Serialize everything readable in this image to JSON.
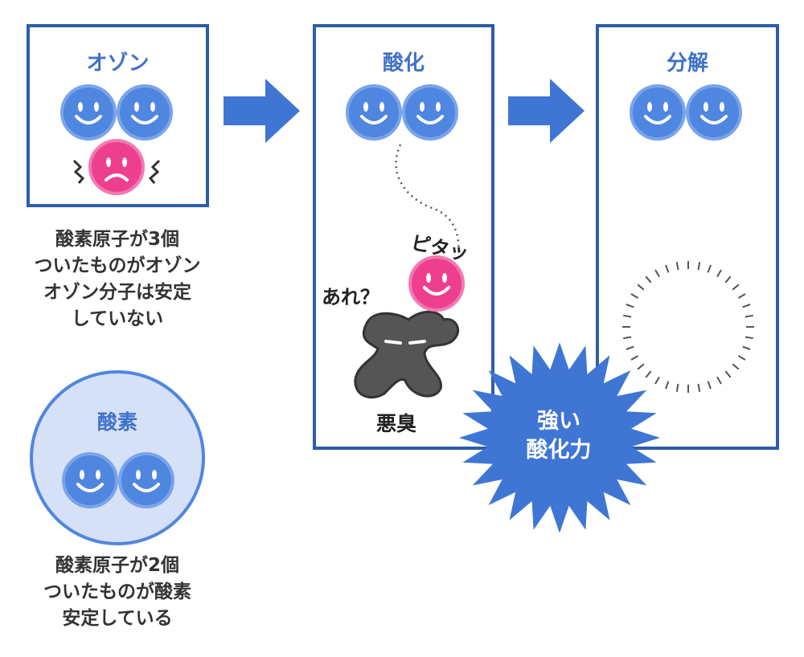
{
  "panels": {
    "ozone": {
      "title": "オゾン"
    },
    "oxidation": {
      "title": "酸化"
    },
    "decompose": {
      "title": "分解"
    }
  },
  "captions": {
    "ozone": [
      "酸素原子が3個",
      "ついたものがオゾン",
      "オゾン分子は安定",
      "していない"
    ],
    "oxygen": [
      "酸素原子が2個",
      "ついたものが酸素",
      "安定している"
    ]
  },
  "oxygen_circle": {
    "title": "酸素"
  },
  "labels": {
    "pita": "ピタッ",
    "are": "あれ？",
    "odor": "悪臭"
  },
  "burst": {
    "line1": "強い",
    "line2": "酸化力"
  },
  "colors": {
    "panel_border": "#2d5daa",
    "title_blue": "#3f72c8",
    "atom_blue": "#4f86e0",
    "atom_pink": "#ee3f8f",
    "burst_blue": "#3f76d4",
    "oxygen_bg": "#d6e1f7",
    "odor_gray": "#555555"
  },
  "icons": [
    "smiley-atom-icon",
    "sad-atom-icon",
    "shake-icon",
    "arrow-right-icon",
    "odor-blob-icon",
    "burst-icon",
    "dissolve-ring-icon"
  ]
}
